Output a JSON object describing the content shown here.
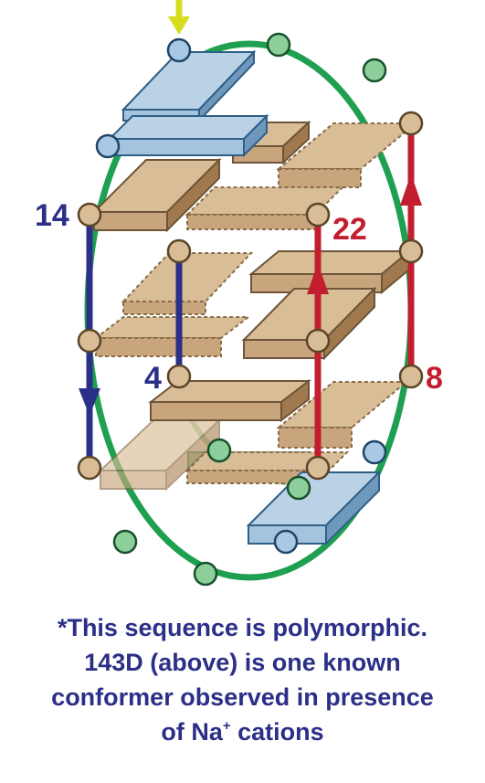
{
  "labels": {
    "n14": "14",
    "n4": "4",
    "n22": "22",
    "n8": "8"
  },
  "caption": {
    "line1": "*This sequence is polymorphic.",
    "line2": "143D (above) is one known",
    "line3": "conformer observed in presence",
    "line4_pre": "of Na",
    "line4_sup": "+",
    "line4_post": " cations"
  },
  "colors": {
    "loop": "#1fa050",
    "blue_strand": "#2b2f87",
    "red_strand": "#c21e2f",
    "tetrad_tan": "#c8a57c",
    "tetrad_blue": "#a4c4de",
    "entry_arrow": "#d6dd1c"
  },
  "icons": {
    "entry_arrow": "down-arrow",
    "strand_arrows": "arrow-head"
  }
}
